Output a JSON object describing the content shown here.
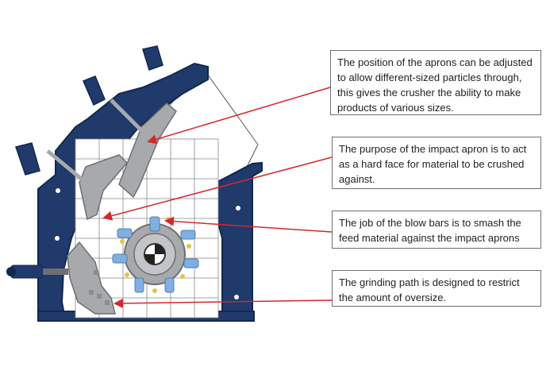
{
  "colors": {
    "frame": "#1f3a6b",
    "frame_dark": "#12284f",
    "steel": "#a7a9ac",
    "steel_dark": "#6d6f72",
    "blow_bar": "#7fb0e0",
    "arrow": "#d7262c",
    "grid_line": "#888888"
  },
  "callouts": [
    {
      "text": "The position of the aprons can be adjusted to allow different-sized particles through, this gives the crusher the ability to make products of various sizes."
    },
    {
      "text": "The purpose of the impact apron is to act as a hard face for material to be crushed against."
    },
    {
      "text": "The job of the blow bars is to smash the feed material against the impact aprons"
    },
    {
      "text": "The grinding path is designed to restrict the amount of oversize."
    }
  ]
}
